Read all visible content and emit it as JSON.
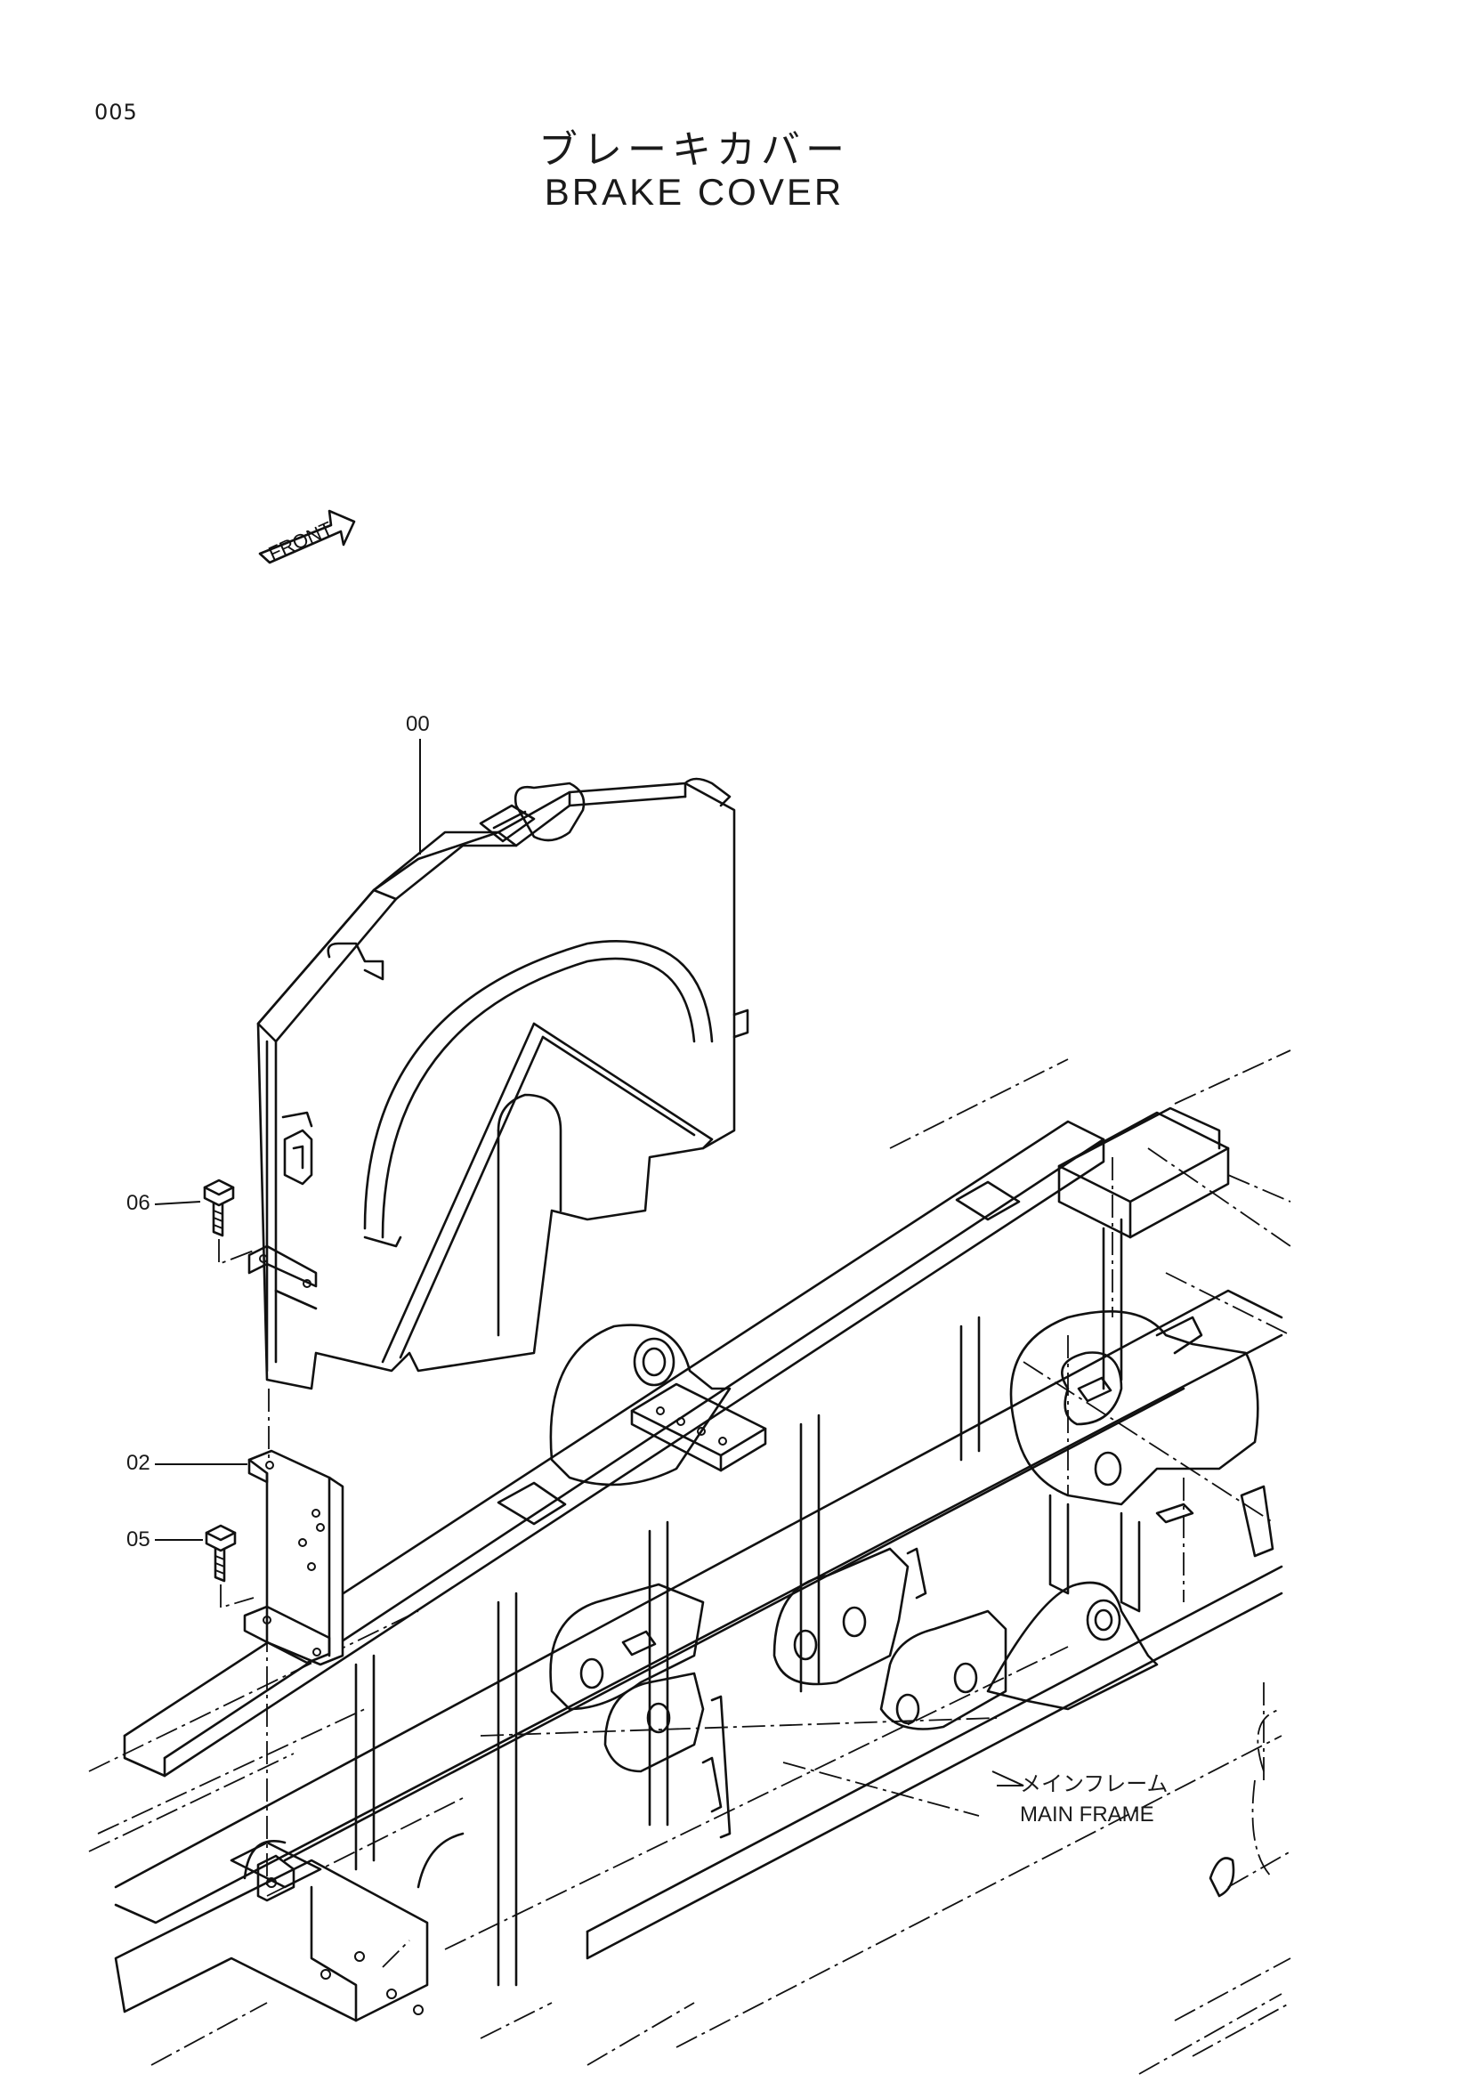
{
  "page": {
    "number": "005",
    "title_jp": "ブレーキカバー",
    "title_en": "BRAKE COVER"
  },
  "front_arrow": {
    "label": "FRONT"
  },
  "callouts": [
    {
      "id": "00"
    },
    {
      "id": "06"
    },
    {
      "id": "02"
    },
    {
      "id": "05"
    }
  ],
  "notes": {
    "main_frame_jp": "メインフレーム",
    "main_frame_en": "MAIN FRAME"
  }
}
